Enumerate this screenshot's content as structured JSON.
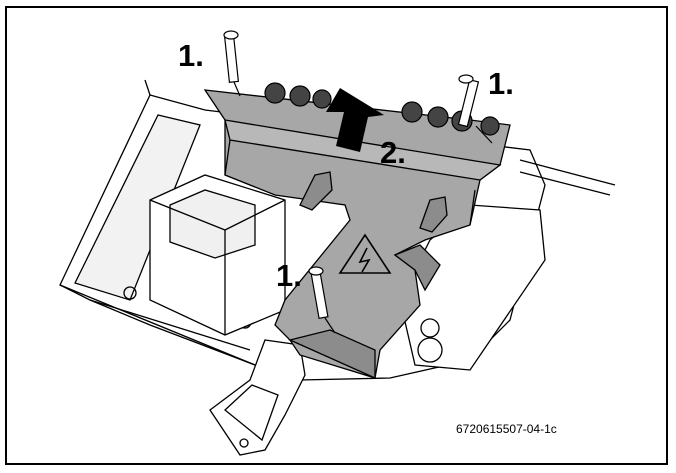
{
  "callouts": {
    "step1_top_left": "1.",
    "step1_top_right": "1.",
    "step1_center": "1.",
    "step2": "2."
  },
  "figure_code": "6720615507-04-1c",
  "colors": {
    "cover_fill": "#a7a7a7",
    "cover_dark": "#8c8c8c",
    "line": "#000000",
    "frame_border": "#000000"
  },
  "icons": {
    "hazard": "high-voltage-warning-icon",
    "arrow": "lift-up-arrow-icon",
    "screw": "screw-icon"
  }
}
